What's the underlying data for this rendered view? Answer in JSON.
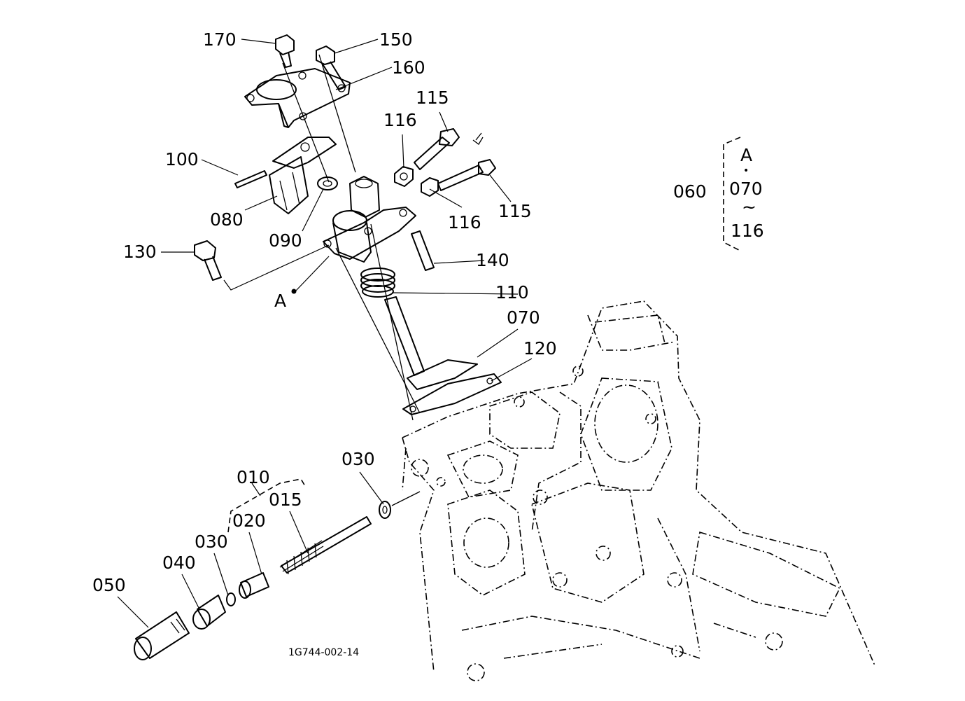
{
  "labels": {
    "p170": "170",
    "p150": "150",
    "p160": "160",
    "p115a": "115",
    "p116a": "116",
    "p100": "100",
    "p080": "080",
    "p090": "090",
    "p116b": "116",
    "p115b": "115",
    "p130": "130",
    "p140": "140",
    "pA": "A",
    "p110": "110",
    "p070": "070",
    "p120": "120",
    "p030a": "030",
    "p010": "010",
    "p015": "015",
    "p020": "020",
    "p030b": "030",
    "p040": "040",
    "p050": "050"
  },
  "group_note": {
    "number": "060",
    "start_ref": "A",
    "dot": "•",
    "range_from": "070",
    "tilde": "~",
    "range_to": "116"
  },
  "figure_ref": "1G744-002-14"
}
